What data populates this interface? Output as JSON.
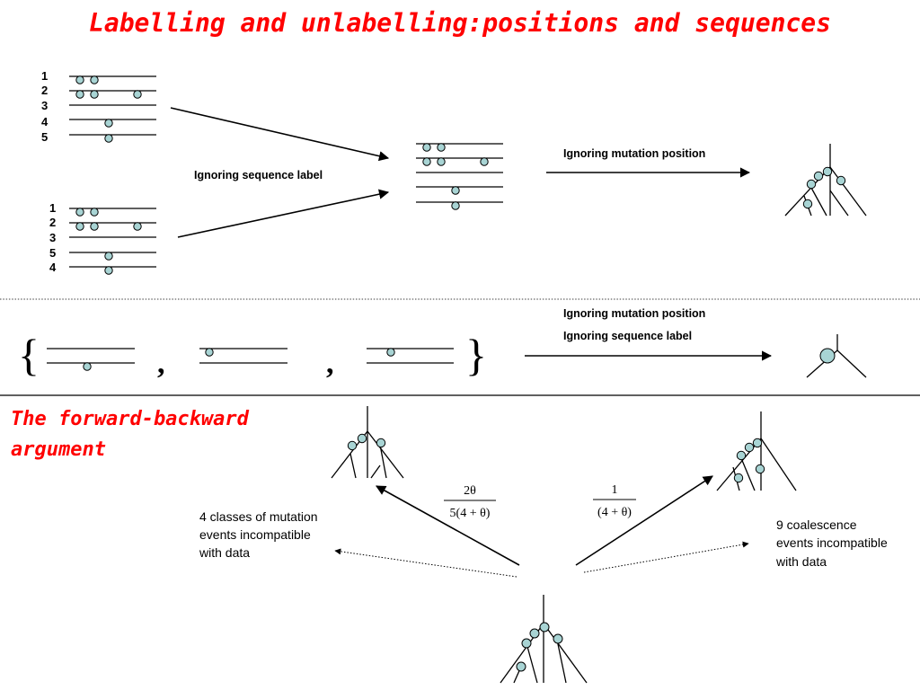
{
  "slide": {
    "title": "Labelling and unlabelling:positions and sequences",
    "section_title": "The forward-backward argument"
  },
  "top_panel": {
    "sample_a_labels": [
      "1",
      "2",
      "3",
      "4",
      "5"
    ],
    "sample_b_labels": [
      "1",
      "2",
      "3",
      "5",
      "4"
    ],
    "ignore_sequence_label": "Ignoring sequence label",
    "ignore_mutation_position": "Ignoring mutation position"
  },
  "middle_panel": {
    "open_brace": "{",
    "close_brace": "}",
    "separator": ",",
    "ignore_mutation_position": "Ignoring mutation position",
    "ignore_sequence_label": "Ignoring sequence label"
  },
  "bottom_panel": {
    "left_numerator": "2θ",
    "left_denominator": "5(4 + θ)",
    "right_numerator": "1",
    "right_denominator": "(4 + θ)",
    "left_note": [
      "4 classes of mutation",
      "events incompatible",
      "with data"
    ],
    "right_note": [
      "9 coalescence",
      "events incompatible",
      "with data"
    ]
  },
  "colors": {
    "title_red": "#ff0000",
    "mutation_fill": "#a8d4d4"
  }
}
